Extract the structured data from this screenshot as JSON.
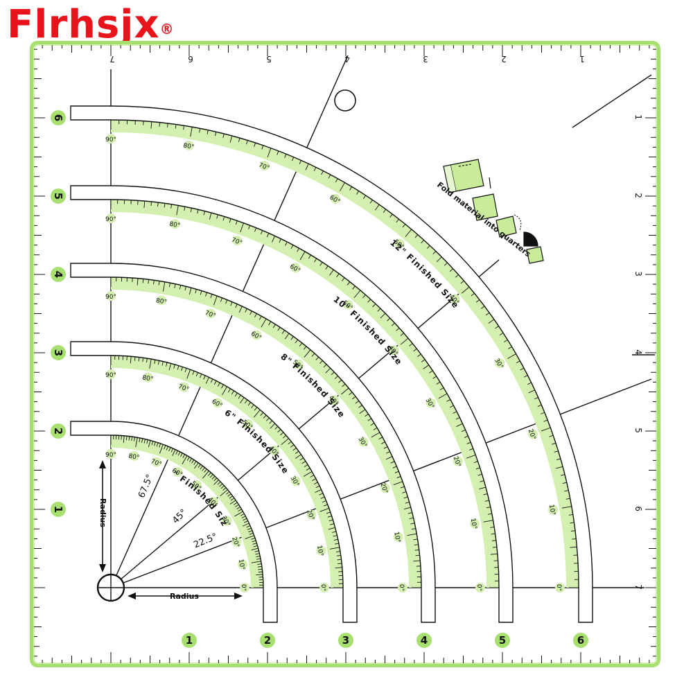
{
  "brand": {
    "name": "Flrhsjx",
    "mark": "®"
  },
  "colors": {
    "brand_red": "#e8131b",
    "ruler_green": "#a8e070",
    "ruler_green_light": "#d4f0b0",
    "ruler_fill": "#ffffff",
    "ink": "#111111"
  },
  "top_scale_labels": [
    "7",
    "6",
    "5",
    "4",
    "3",
    "2",
    "1"
  ],
  "right_scale_labels": [
    "1",
    "2",
    "3",
    "4",
    "5",
    "6",
    "7"
  ],
  "bottom_scale_labels": [
    "1",
    "2",
    "3",
    "4",
    "5",
    "6"
  ],
  "left_scale_labels": [
    "6",
    "5",
    "4",
    "3",
    "2",
    "1"
  ],
  "arcs": [
    {
      "size_label": "4\" Finished Size",
      "degree_labels": [
        "90°",
        "80°",
        "70°",
        "60°",
        "50°",
        "40°",
        "30°",
        "20°",
        "10°",
        "0°"
      ]
    },
    {
      "size_label": "6\" Finished Size",
      "degree_labels": [
        "90°",
        "80°",
        "70°",
        "60°",
        "50°",
        "40°",
        "30°",
        "20°",
        "10°",
        "0°"
      ]
    },
    {
      "size_label": "8\" Finished Size",
      "degree_labels": [
        "90°",
        "80°",
        "70°",
        "60°",
        "50°",
        "40°",
        "30°",
        "20°",
        "10°",
        "0°"
      ]
    },
    {
      "size_label": "10\" Finished Size",
      "degree_labels": [
        "90°",
        "80°",
        "70°",
        "60°",
        "50°",
        "40°",
        "30°",
        "20°",
        "10°",
        "0°"
      ]
    },
    {
      "size_label": "12\" Finished Size",
      "degree_labels": [
        "90°",
        "80°",
        "70°",
        "60°",
        "50°",
        "40°",
        "30°",
        "20°",
        "10°",
        "0°"
      ]
    }
  ],
  "angle_labels": [
    "67.5°",
    "45°",
    "22.5°"
  ],
  "radius_label": "Radius",
  "fold_label": "Fold material into quarters"
}
